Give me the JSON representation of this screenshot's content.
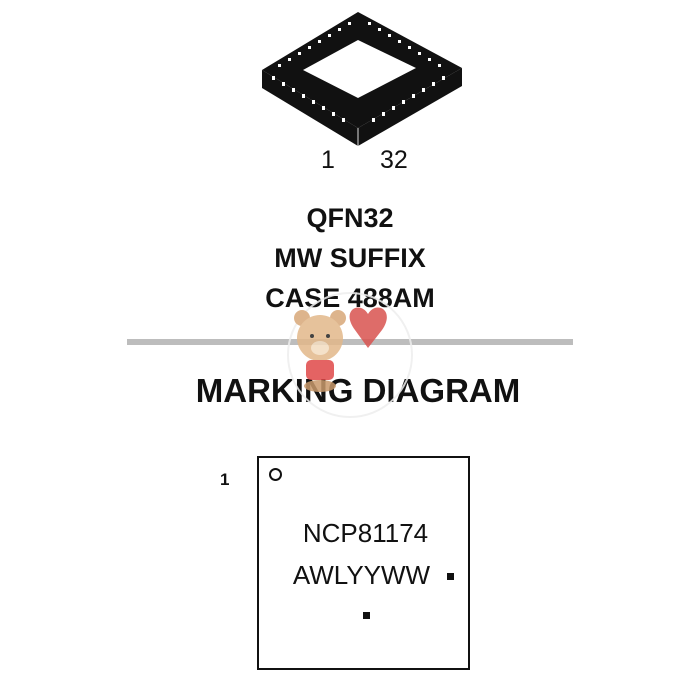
{
  "package": {
    "pin_first": "1",
    "pin_last": "32",
    "title_lines": [
      "QFN32",
      "MW SUFFIX",
      "CASE 488AM"
    ]
  },
  "marking": {
    "heading": "MARKING DIAGRAM",
    "pin1_label": "1",
    "line1": "NCP81174",
    "line2": "AWLYYWW"
  },
  "colors": {
    "rule": "#bdbdbd",
    "ink": "#111111"
  }
}
